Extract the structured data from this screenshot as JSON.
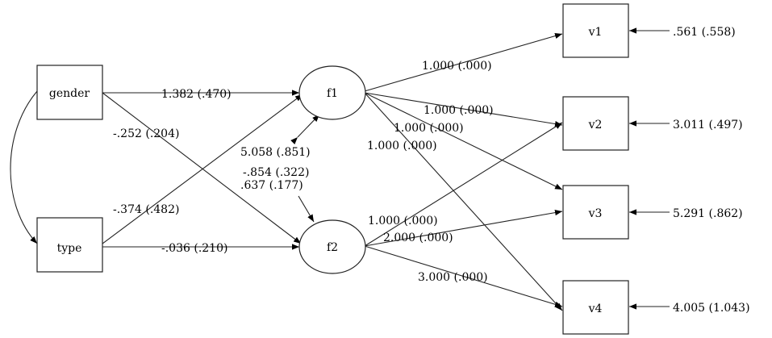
{
  "nodes": {
    "gender": "gender",
    "type": "type",
    "f1": "f1",
    "f2": "f2",
    "v1": "v1",
    "v2": "v2",
    "v3": "v3",
    "v4": "v4"
  },
  "paths": {
    "gender_f1": "1.382 (.470)",
    "gender_f2": "-.252 (.204)",
    "type_f1": "-.374 (.482)",
    "type_f2": "-.036 (.210)",
    "f1_f2_a": "5.058 (.851)",
    "f1_f2_b": "-.854 (.322)",
    "f1_f2_c": ".637 (.177)",
    "f1_v1": "1.000 (.000)",
    "f1_v2": "1.000 (.000)",
    "f1_v3": "1.000 (.000)",
    "f1_v4": "1.000 (.000)",
    "f2_v2": "1.000 (.000)",
    "f2_v3": "2.000 (.000)",
    "f2_v4": "3.000 (.000)"
  },
  "errors": {
    "v1": ".561 (.558)",
    "v2": "3.011 (.497)",
    "v3": "5.291 (.862)",
    "v4": "4.005 (1.043)"
  }
}
